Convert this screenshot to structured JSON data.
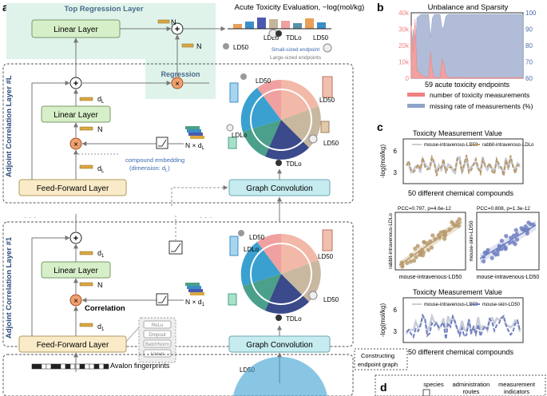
{
  "panel_a": {
    "letter": "a",
    "top_layer_title": "Top Regression Layer",
    "regression_label": "Regression",
    "eval_title": "Acute Toxicity Evaluation, −log(mol/kg)",
    "layer_L_title": "Adjoint Correlation Layer #L",
    "layer_1_title": "Adjoint Correlation Layer #1",
    "linear_layer": "Linear Layer",
    "feed_forward": "Feed-Forward Layer",
    "graph_conv": "Graph Convolution",
    "correlation": "Correlation",
    "sym_N": "N",
    "sym_dL": "d",
    "sub_L": "L",
    "sym_d1": "d",
    "sub_1": "1",
    "NxdL": "N × d",
    "compound_emb_1": "compound embedding",
    "compound_emb_2": "(dimension: d",
    "compound_emb_3": ")",
    "ld50": "LD50",
    "ldlo": "LDLo",
    "tdlo": "TDLo",
    "small_endpoint": "Small-sized endpoint",
    "large_endpoints": "Large-sized endpoints",
    "avalon": "Avalon fingerprints",
    "ffl_parts": [
      "ReLu",
      "Dropout",
      "BatchNorm",
      "Linear"
    ],
    "constructing_1": "Constructing",
    "constructing_2": "endpoint graph",
    "eval_bar_colors": [
      "#e8a05a",
      "#3a8fc7",
      "#4a5ab0",
      "#c4b49a",
      "#f0a0a0",
      "#5a8fa8"
    ]
  },
  "panel_b": {
    "letter": "b",
    "title": "Unbalance and Sparsity",
    "xlabel": "59 acute toxicity endpoints",
    "left_ticks": [
      "40k",
      "30k",
      "20k",
      "10k",
      "0"
    ],
    "right_ticks": [
      "100",
      "90",
      "80",
      "70",
      "60"
    ],
    "legend_1": "number of toxicity measurements",
    "legend_2": "missing rate of measurements (%)",
    "color_count": "#f08080",
    "color_missing": "#8fa3c8"
  },
  "panel_c": {
    "letter": "c",
    "top_title": "Toxicity Measurement Value",
    "top_leg_1": "mouse-intravenous-LD50",
    "top_leg_2": "rabbit-intravenous-LDLo",
    "ylabel": "-log(mol/kg)",
    "xlabel": "50 different chemical compounds",
    "ticks": [
      "6",
      "3"
    ],
    "left_stat": "PCC=0.797, p=4.6e-12",
    "right_stat": "PCC=0.808, p=1.3e-12",
    "left_scatter_y": "rabbit-intravenous-LDLo",
    "left_scatter_x": "mouse-intravenous-LD50",
    "right_scatter_y": "mouse-skin-LD50",
    "right_scatter_x": "mouse-intravenous-LD50",
    "bottom_title": "Toxicity Measurement Value",
    "bottom_leg_1": "mouse-intravenous-LD50",
    "bottom_leg_2": "mouse-skin-LD50",
    "color_tan": "#b89a6e",
    "color_grey": "#c8ccd8",
    "color_blue": "#7080c0"
  },
  "panel_d": {
    "letter": "d",
    "species": "species",
    "routes_1": "administration",
    "routes_2": "routes",
    "indicators_1": "measurement",
    "indicators_2": "indicators"
  }
}
